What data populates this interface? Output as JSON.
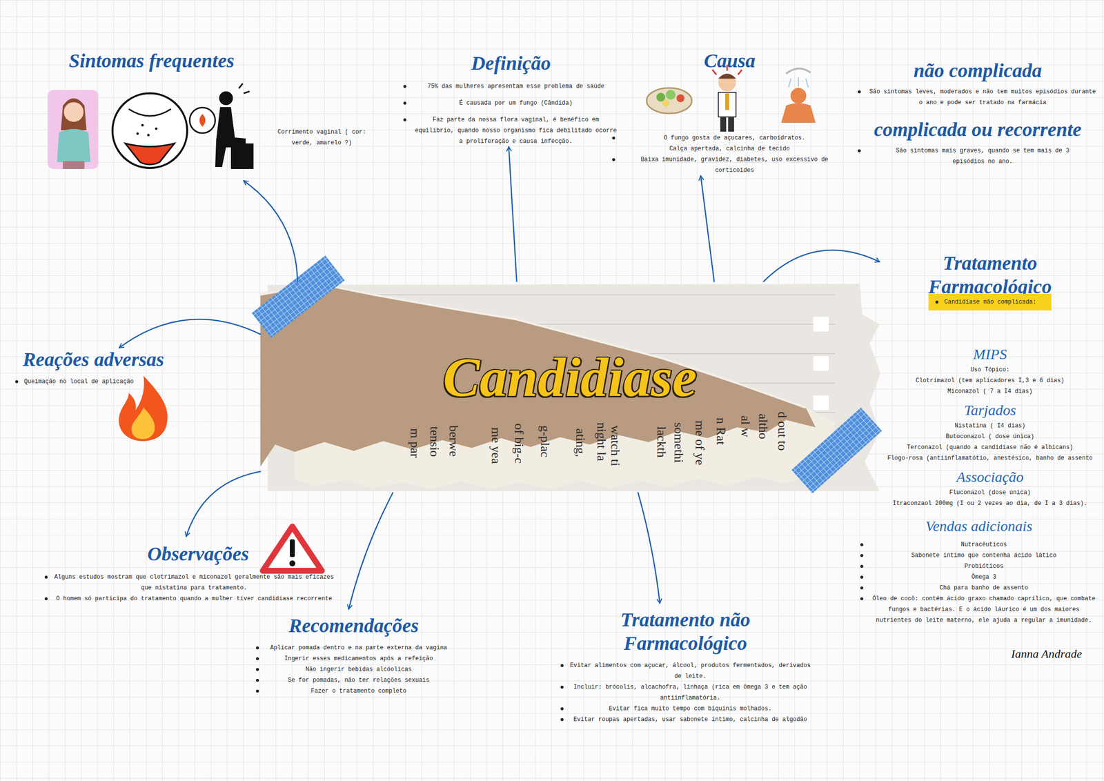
{
  "diagram": {
    "nodes": [
      {
        "text": [
          "Candidiase"
        ]
      },
      {
        "text": [
          "Sintomas frequentes",
          "Corrimento vaginal ( cor: verde, amarelo ?)"
        ]
      },
      {
        "text": [
          "Definição",
          "75% das mulheres apresentam esse problema de saúde",
          "É causada por um fungo (Cândida)",
          "Faz parte da nossa flora vaginal, é benéfico em equilíbrio, quando nosso organismo fica debilitado ocorre a proliferação e causa infecção."
        ]
      },
      {
        "text": [
          "Causa",
          "O fungo gosta de açucares, carboidratos.",
          "Calça apertada, calcinha de tecido",
          "Baixa imunidade, gravidez, diabetes, uso excessivo de corticoides"
        ]
      },
      {
        "text": [
          "não complicada",
          "São sintomas leves, moderados e não tem muitos episódios durante o ano e pode ser tratado na farmácia"
        ]
      },
      {
        "text": [
          "complicada ou recorrente",
          "São sintomas mais graves, quando se tem mais de 3 episódios no ano."
        ]
      },
      {
        "text": [
          "Tratamento Farmacológico",
          "MIPS",
          "Uso Tópico:",
          "Clotrimazol (tem aplicadores I,3 e 6 dias)",
          "Miconazol ( 7 a I4 dias)",
          "Tarjados",
          "Nistatina ( I4 dias)",
          "Butoconazol ( dose única)",
          "Terconazol (quando a candidíase não é albicans)",
          "Flogo-rosa (antiinflamatótio, anestésico, banho de assento",
          "Associação",
          "Fluconazol (dose única)",
          "Itraconzaol 200mg (I ou 2 vezes ao dia, de I a 3 dias)."
        ]
      },
      {
        "text": [
          "Candidíase não complicada:"
        ],
        "in": 6
      },
      {
        "text": [
          "Vendas adicionais",
          "Nutracêuticos",
          "Sabonete íntimo que contenha ácido lático",
          "Probióticos",
          "Ômega 3",
          "Chá para banho de assento",
          "Óleo de cocô: contém ácido graxo chamado caprílico, que combate fungos e bactérias. E o ácido láurico é um dos maiores nutrientes do leite materno, ele ajuda a regular a imunidade."
        ]
      },
      {
        "text": [
          "Reações adversas",
          "Queimação no local de aplicação"
        ]
      },
      {
        "text": [
          "Observações",
          "Alguns estudos mostram que clotrimazol e miconazol geralmente são mais eficazes que nistatina para tratamento.",
          "O homem só participa do tratamento quando a mulher tiver candidíase recorrente"
        ]
      },
      {
        "text": [
          "Recomendações",
          "Aplicar pomada dentro e na parte externa da vagina",
          "Ingerir esses medicamentos após a refeição",
          "Não ingerir bebidas alcóolicas",
          "Se for pomadas, não ter relações sexuais",
          "Fazer o tratamento completo"
        ]
      },
      {
        "text": [
          "Tratamento não Farmacológico",
          "Evitar alimentos com açucar, álcool, produtos fermentados, derivados de leite.",
          "Incluir: brócolis, alcachofra, linhaça (rica em ômega 3 e tem ação antiinflamatória.",
          "Evitar fica muito tempo com biquínis molhados.",
          "Evitar roupas apertadas, usar sabonete íntimo, calcinha de algodão"
        ]
      }
    ],
    "edges": [
      {
        "from": 0,
        "to": 1,
        "arrow": "to"
      },
      {
        "from": 0,
        "to": 2,
        "arrow": "to"
      },
      {
        "from": 0,
        "to": 3,
        "arrow": "to"
      },
      {
        "from": 0,
        "to": 6,
        "arrow": "to"
      },
      {
        "from": 0,
        "to": 9,
        "arrow": "to"
      },
      {
        "from": 0,
        "to": 10,
        "arrow": "to"
      },
      {
        "from": 0,
        "to": 11,
        "arrow": "to"
      },
      {
        "from": 0,
        "to": 12,
        "arrow": "to"
      }
    ],
    "labels": [
      "m par",
      "tensio",
      "berwe",
      "me yea",
      "of big-c",
      "g-plac",
      "ating,",
      "night la",
      "watch ti",
      "lackth",
      "somethi",
      "me of ye",
      "n Rat",
      "al w",
      "altho",
      "d out to",
      "Ianna Andrade"
    ]
  }
}
